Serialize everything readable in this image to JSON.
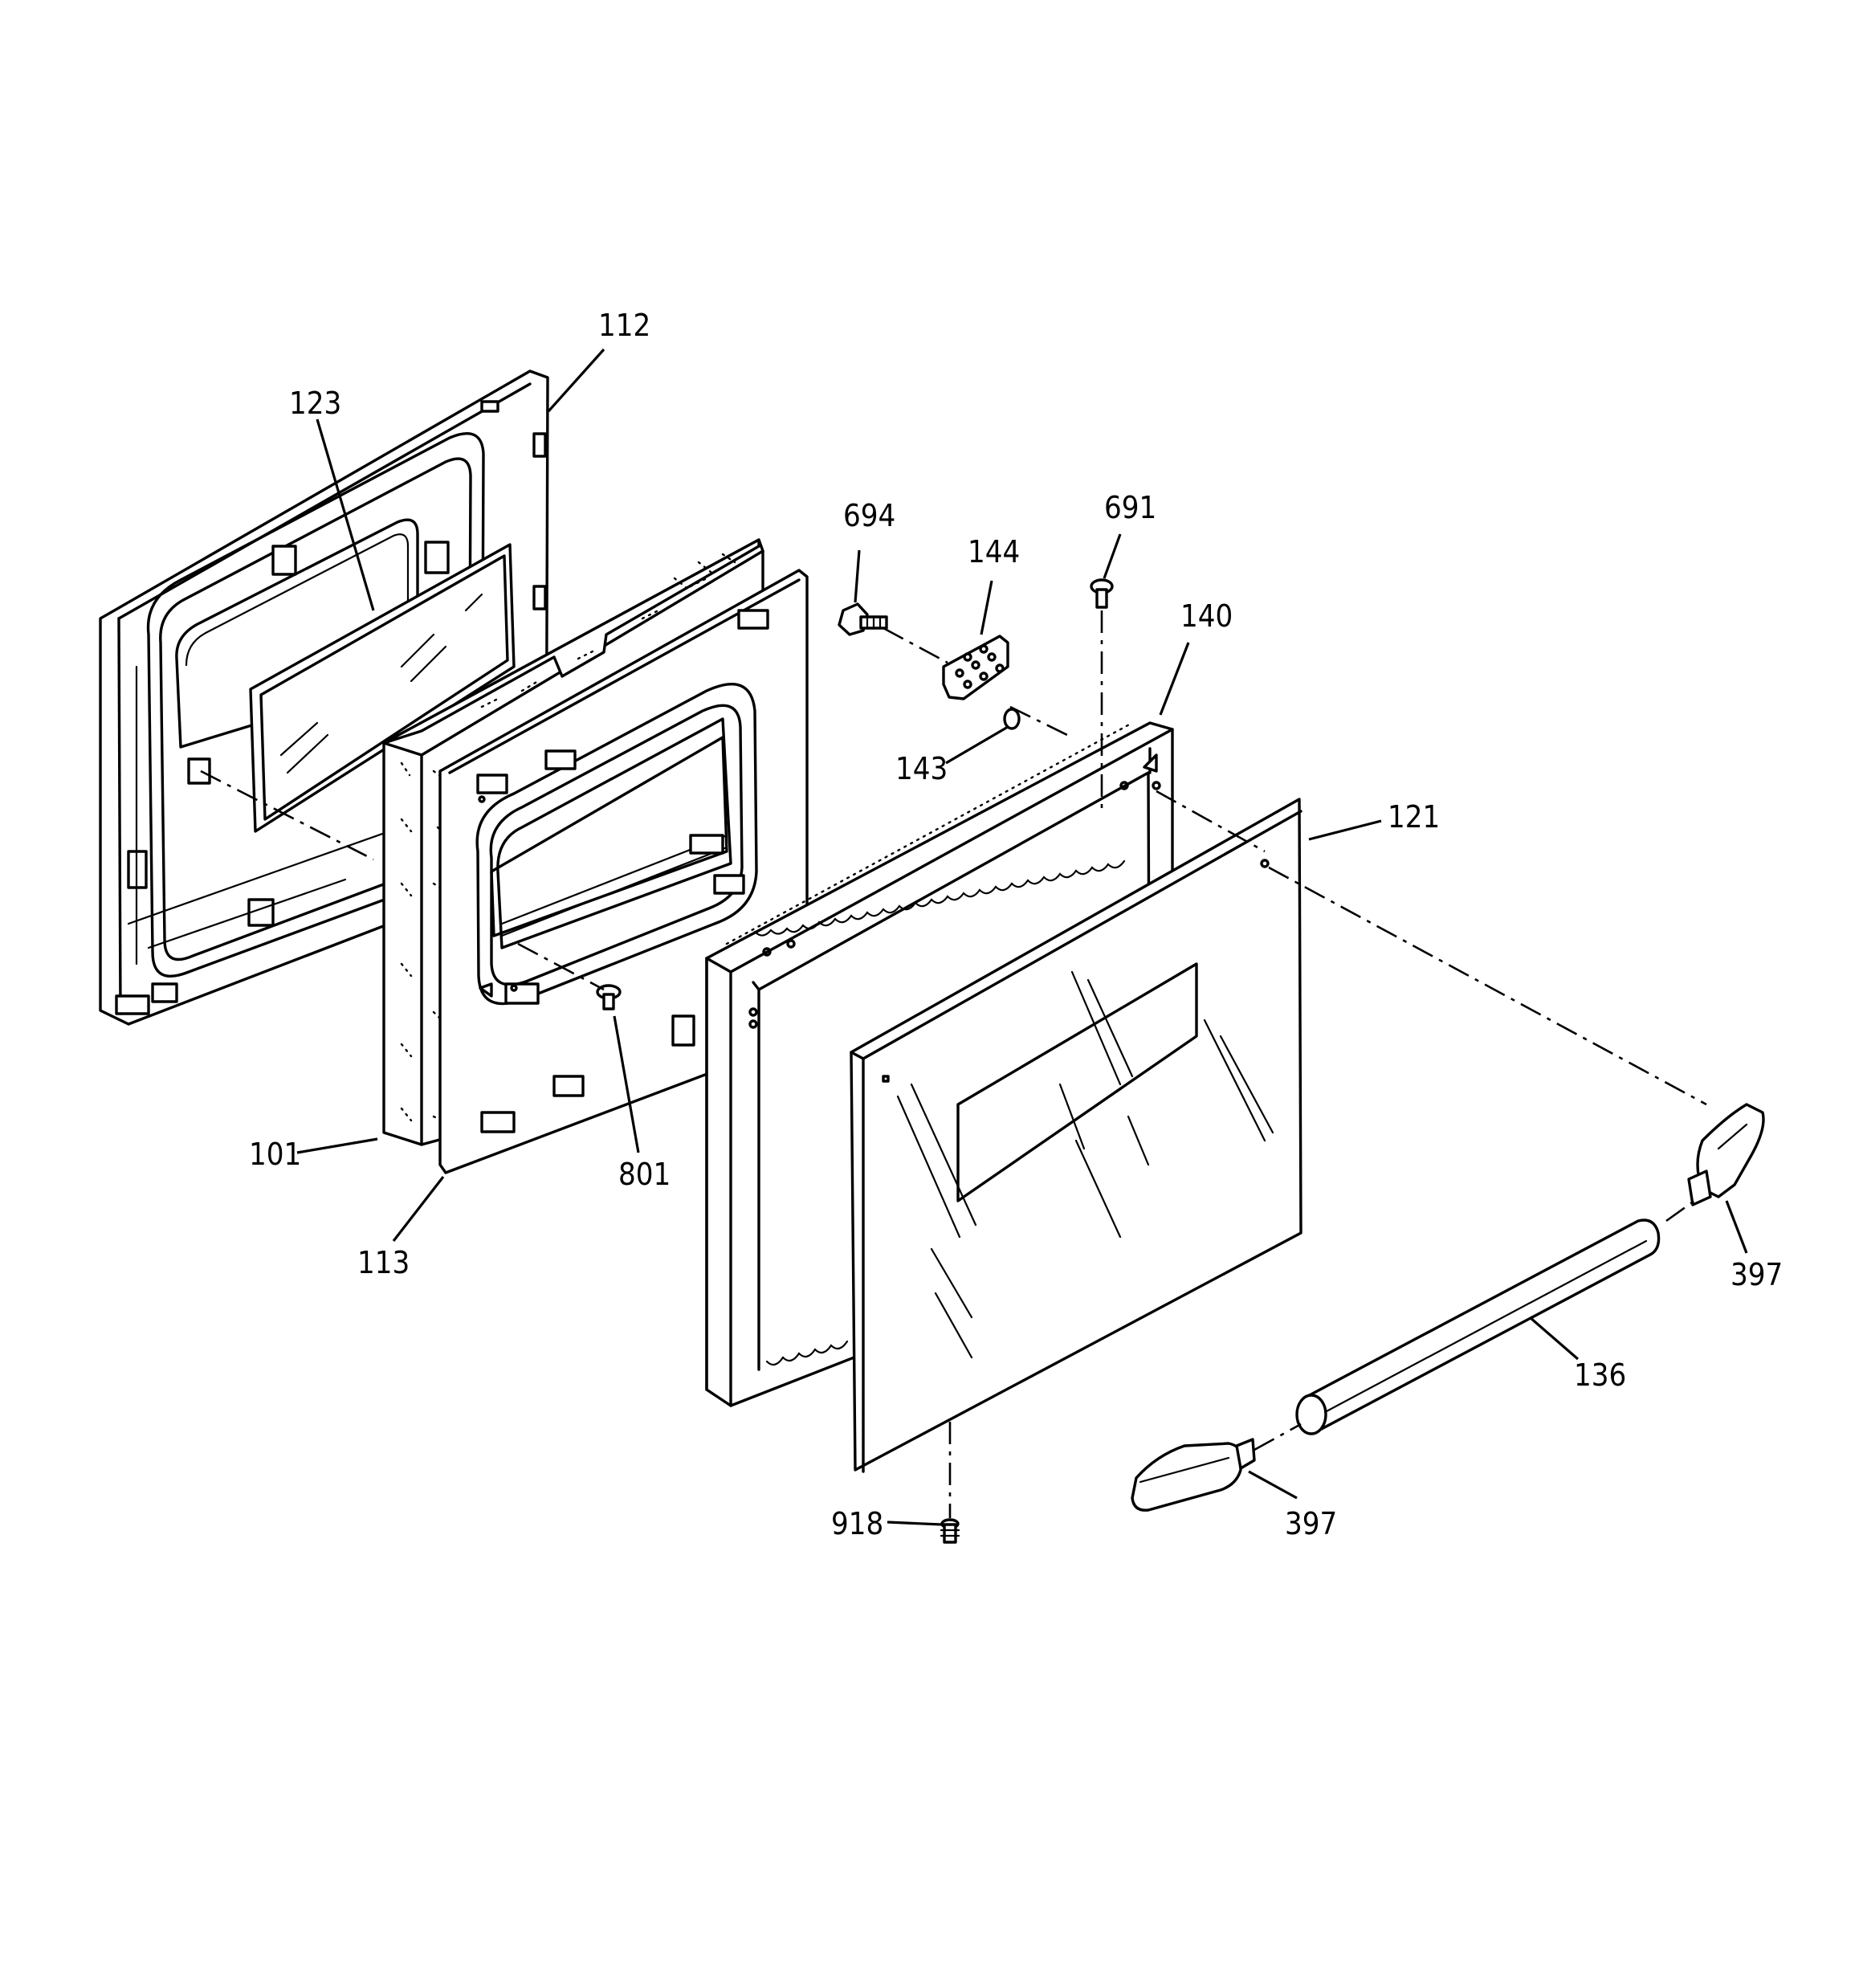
{
  "diagram": {
    "callouts": [
      {
        "id": "c112",
        "text": "112"
      },
      {
        "id": "c123",
        "text": "123"
      },
      {
        "id": "c694",
        "text": "694"
      },
      {
        "id": "c144",
        "text": "144"
      },
      {
        "id": "c691",
        "text": "691"
      },
      {
        "id": "c140",
        "text": "140"
      },
      {
        "id": "c143",
        "text": "143"
      },
      {
        "id": "c121",
        "text": "121"
      },
      {
        "id": "c101",
        "text": "101"
      },
      {
        "id": "c801",
        "text": "801"
      },
      {
        "id": "c113",
        "text": "113"
      },
      {
        "id": "c397a",
        "text": "397"
      },
      {
        "id": "c136",
        "text": "136"
      },
      {
        "id": "c918",
        "text": "918"
      },
      {
        "id": "c397b",
        "text": "397"
      }
    ]
  }
}
